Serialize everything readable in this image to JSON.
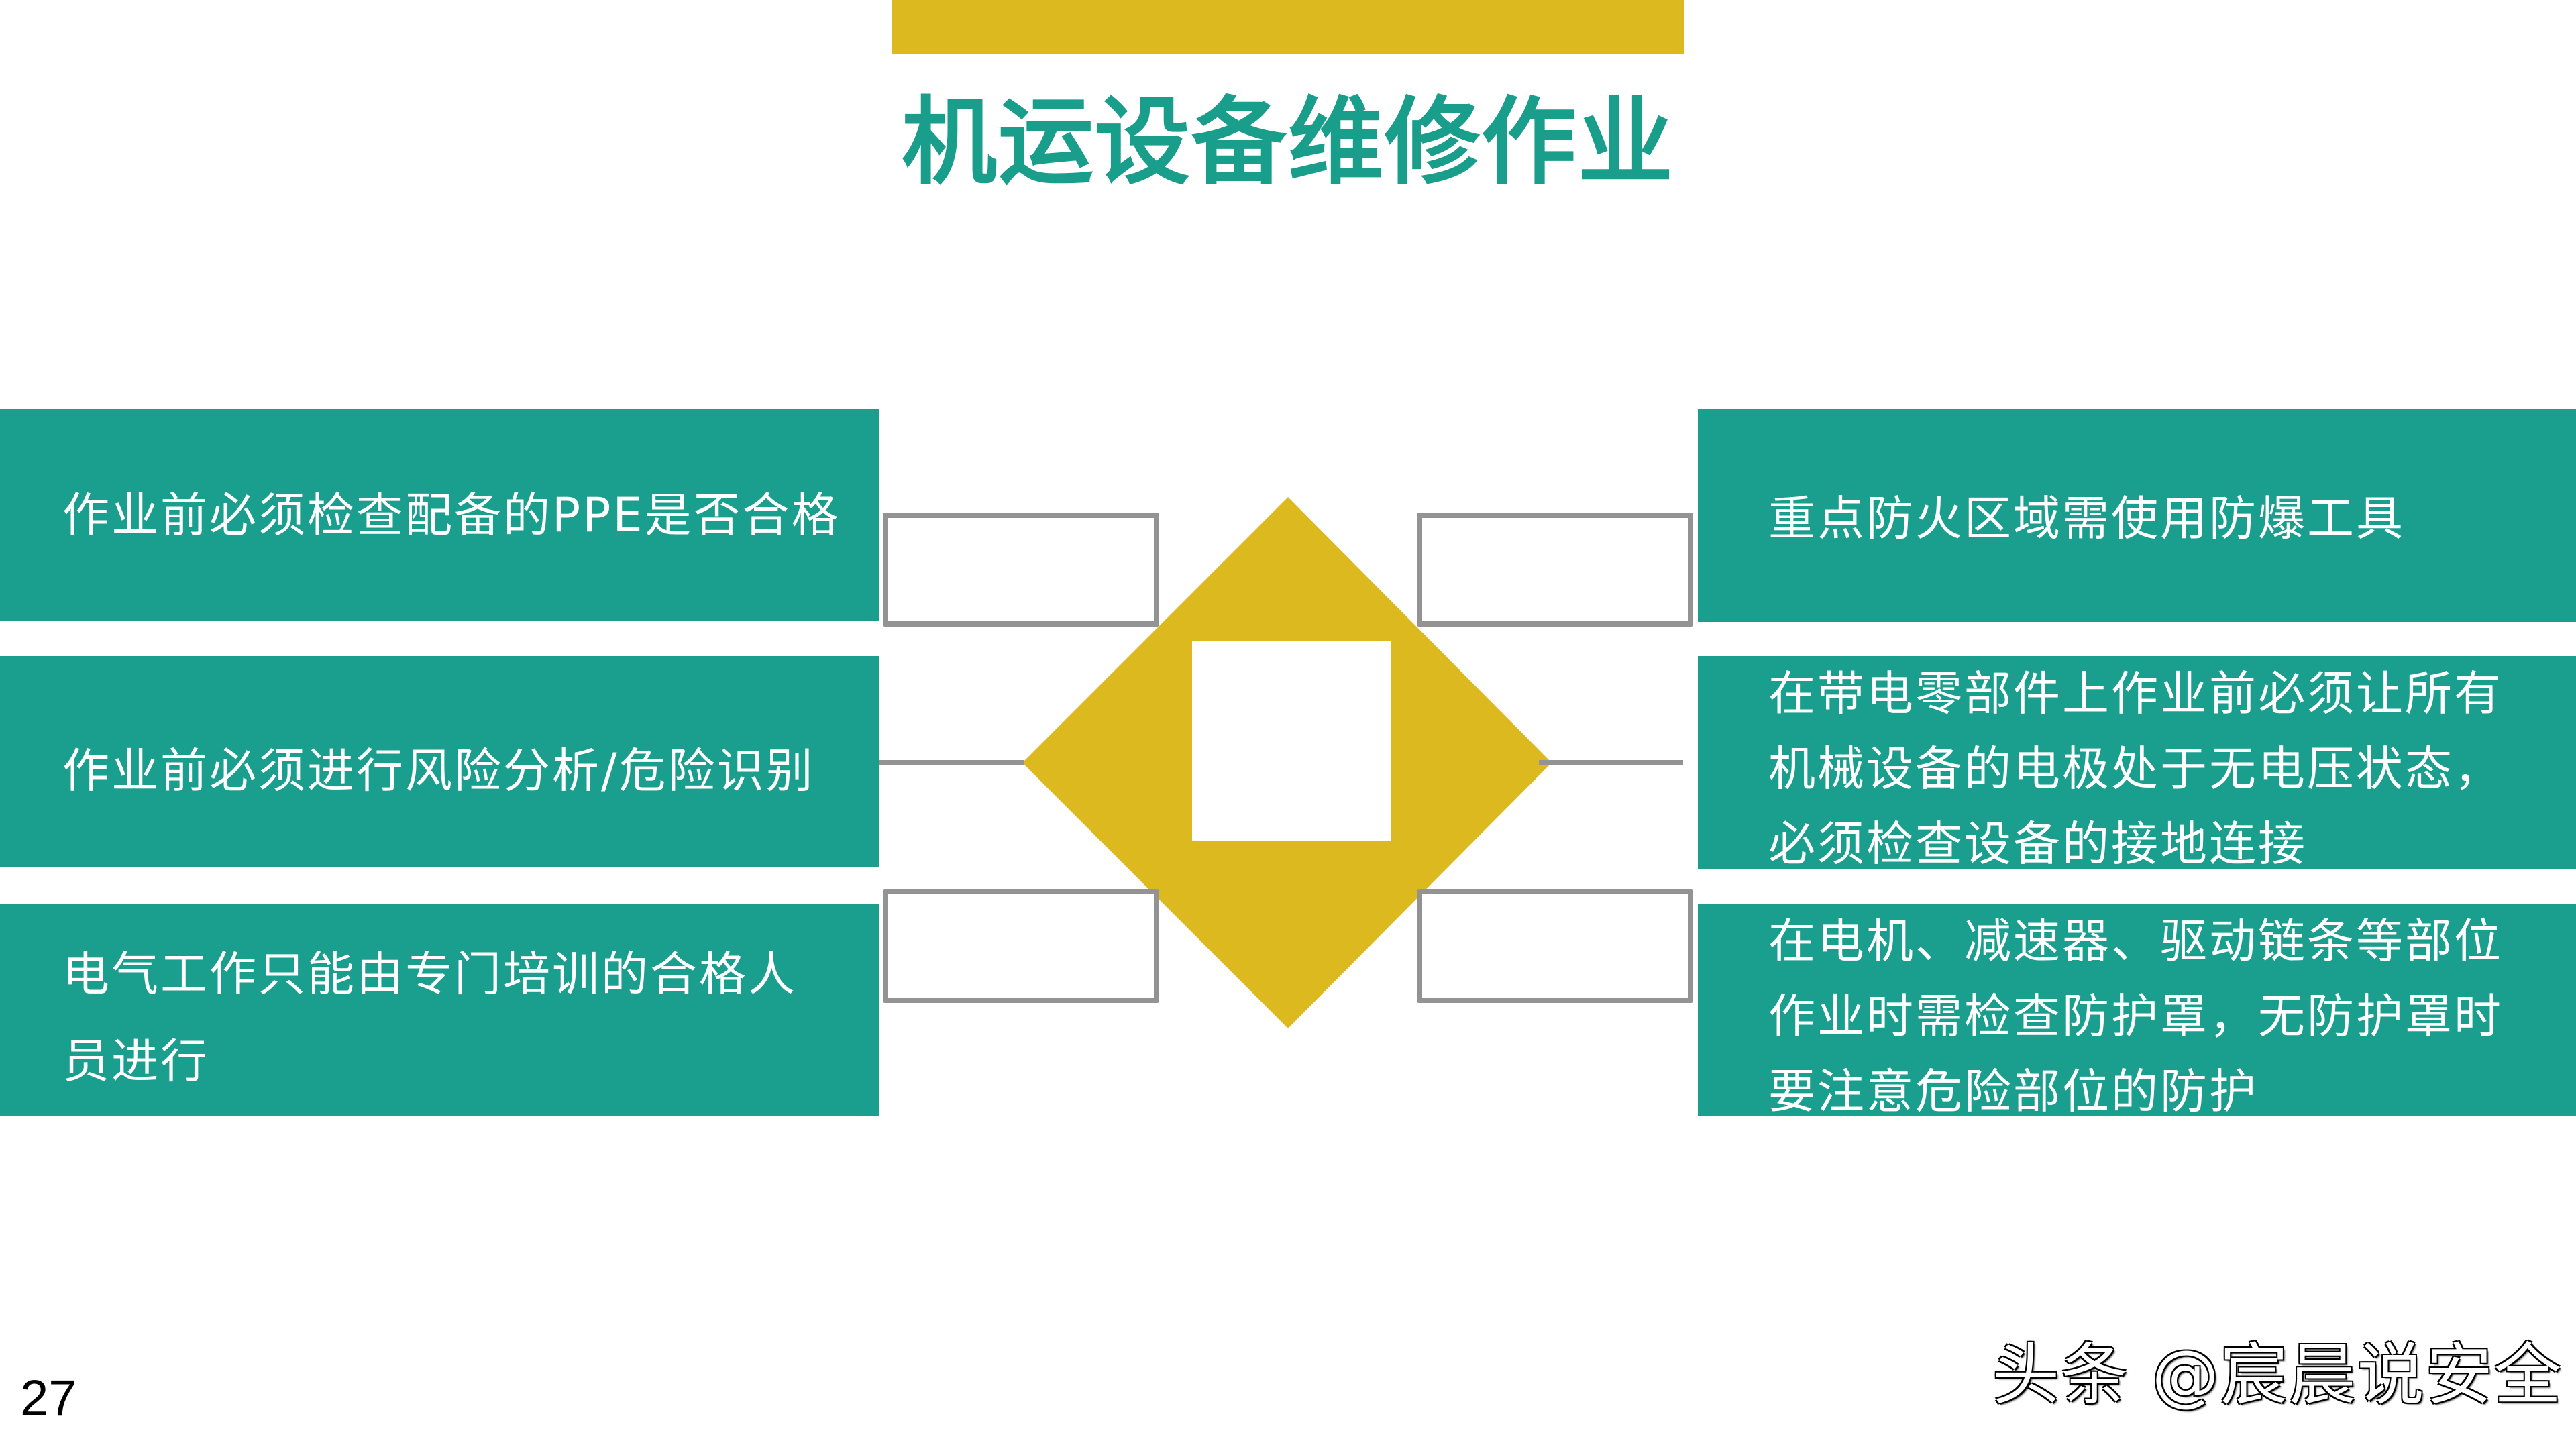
{
  "slide": {
    "title": "机运设备维修作业",
    "page_number": "27",
    "watermark": "头条 @宸晨说安全"
  },
  "colors": {
    "accent_yellow": "#DDB920",
    "panel_teal": "#1A9E8E",
    "title_teal": "#1A9E8C",
    "outline_gray": "#939393",
    "panel_text": "#FFFFFF"
  },
  "left_panels": [
    {
      "text": "作业前必须检查配备的PPE是否合格"
    },
    {
      "text": "作业前必须进行风险分析/危险识别"
    },
    {
      "text": "电气工作只能由专门培训的合格人员进行"
    }
  ],
  "right_panels": [
    {
      "text": "重点防火区域需使用防爆工具"
    },
    {
      "text": "在带电零部件上作业前必须让所有机械设备的电极处于无电压状态，必须检查设备的接地连接"
    },
    {
      "text": "在电机、减速器、驱动链条等部位作业时需检查防护罩，无防护罩时要注意危险部位的防护"
    }
  ],
  "center_graphic": {
    "shape": "diamond",
    "inner_shape": "white-square"
  }
}
